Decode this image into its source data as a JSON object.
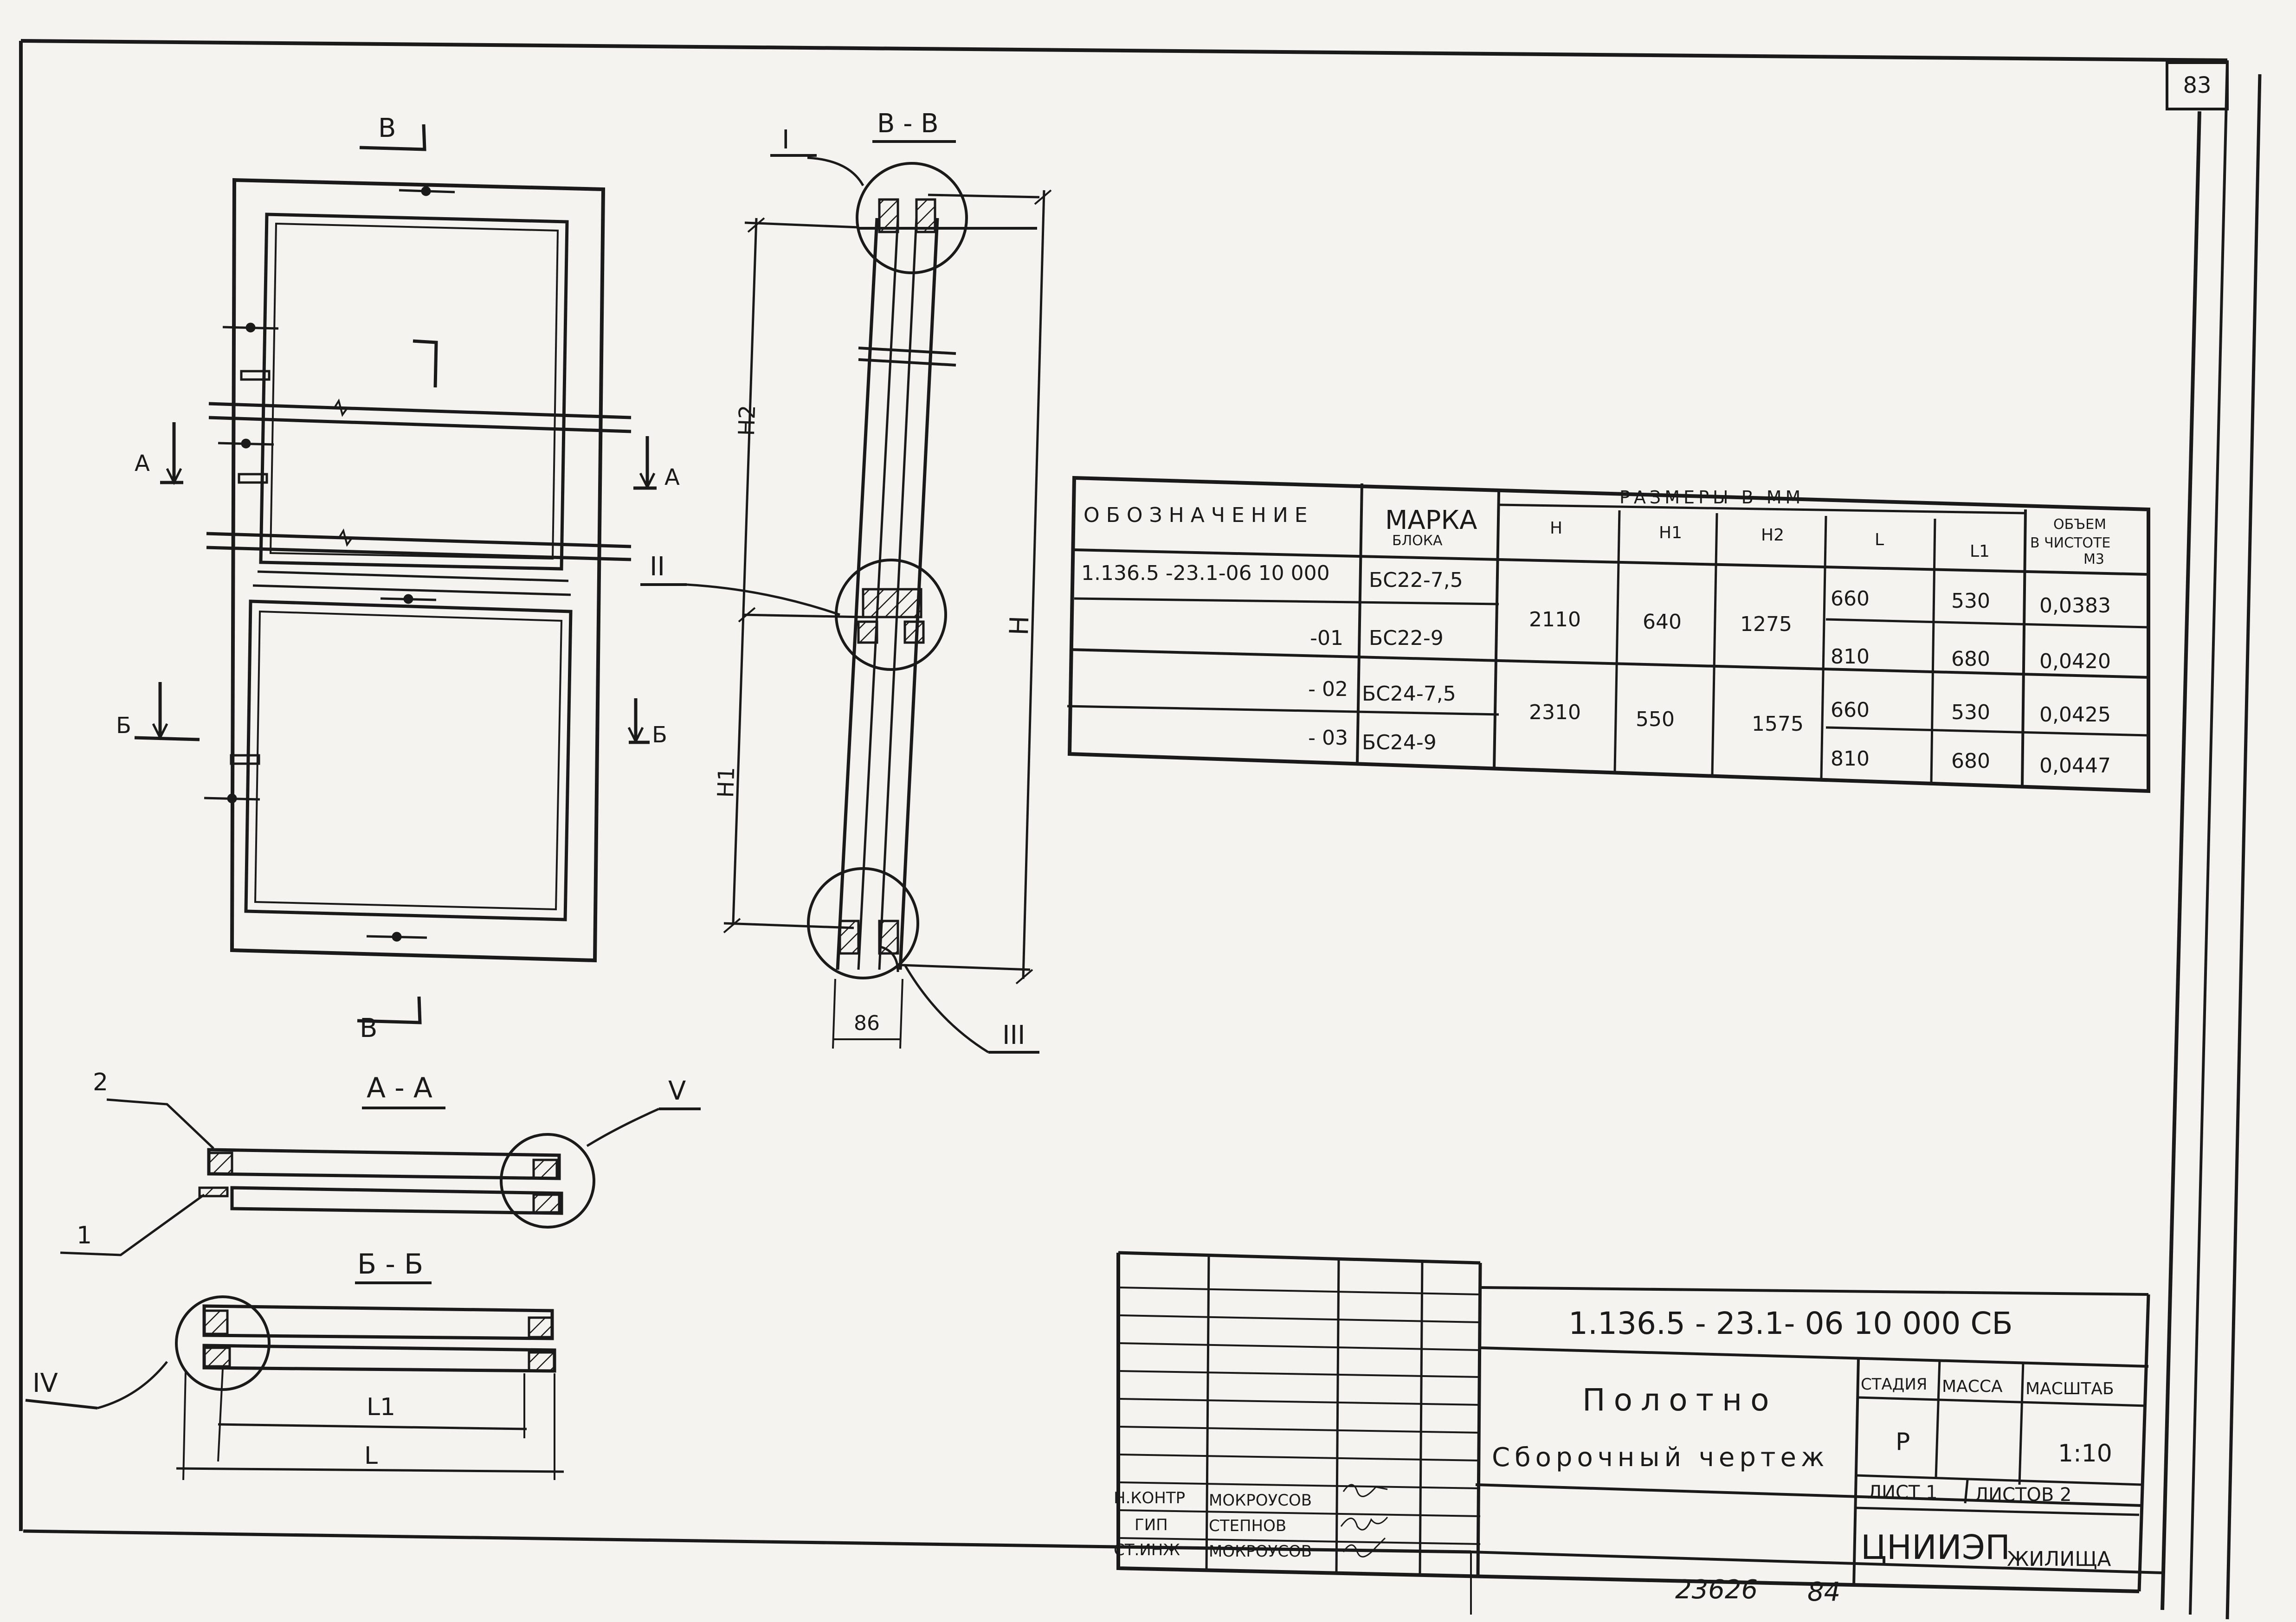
{
  "page_number": "83",
  "sections": {
    "v_top": "В",
    "v_bottom": "В",
    "a_left": "А",
    "a_right": "А",
    "b_left": "Б",
    "b_right": "Б",
    "vv_title": "В - В",
    "aa_title": "А - А",
    "bb_title": "Б - Б"
  },
  "nodes": {
    "n1": "I",
    "n2": "II",
    "n3": "III",
    "n4": "IV",
    "n5": "V"
  },
  "dims": {
    "H": "H",
    "H1": "H1",
    "H2": "H2",
    "w86": "86",
    "L": "L",
    "L1": "L1"
  },
  "callouts": {
    "c1": "1",
    "c2": "2"
  },
  "spec_table": {
    "headers": {
      "designation": "ОБОЗНАЧЕНИЕ",
      "mark": "МАРКА",
      "mark_sub": "БЛОКА",
      "sizes": "РАЗМЕРЫ В ММ",
      "h": "H",
      "h1": "H1",
      "h2": "H2",
      "l": "L",
      "l1": "L1",
      "volume_1": "ОБЪЕМ",
      "volume_2": "В ЧИСТОТЕ",
      "volume_3": "М3"
    },
    "rows": [
      {
        "designation": "1.136.5 -23.1-06 10 000",
        "mark": "БС22-7,5",
        "l": "660",
        "l1": "530",
        "volume": "0,0383"
      },
      {
        "designation": "-01",
        "mark": "БС22-9",
        "l": "810",
        "l1": "680",
        "volume": "0,0420"
      },
      {
        "designation": "- 02",
        "mark": "БС24-7,5",
        "l": "660",
        "l1": "530",
        "volume": "0,0425"
      },
      {
        "designation": "- 03",
        "mark": "БС24-9",
        "l": "810",
        "l1": "680",
        "volume": "0,0447"
      }
    ],
    "groups": [
      {
        "h": "2110",
        "h1": "640",
        "h2": "1275"
      },
      {
        "h": "2310",
        "h1": "550",
        "h2": "1575"
      }
    ]
  },
  "title_block": {
    "code": "1.136.5 - 23.1- 06 10 000 СБ",
    "title_1": "Полотно",
    "title_2": "Сборочный чертеж",
    "stage_label": "СТАДИЯ",
    "mass_label": "МАССА",
    "scale_label": "МАСШТАБ",
    "stage": "Р",
    "scale": "1:10",
    "sheet_label": "ЛИСТ 1",
    "sheets_label": "ЛИСТОВ 2",
    "org_1": "ЦНИИЭП",
    "org_2": "ЖИЛИЩА",
    "staff": [
      {
        "role": "Н.КОНТР",
        "name": "МОКРОУСОВ"
      },
      {
        "role": "ГИП",
        "name": "СТЕПНОВ"
      },
      {
        "role": "СТ.ИНЖ",
        "name": "МОКРОУСОВ"
      }
    ]
  },
  "footer": {
    "archive_no": "23626",
    "page_no": "84"
  }
}
